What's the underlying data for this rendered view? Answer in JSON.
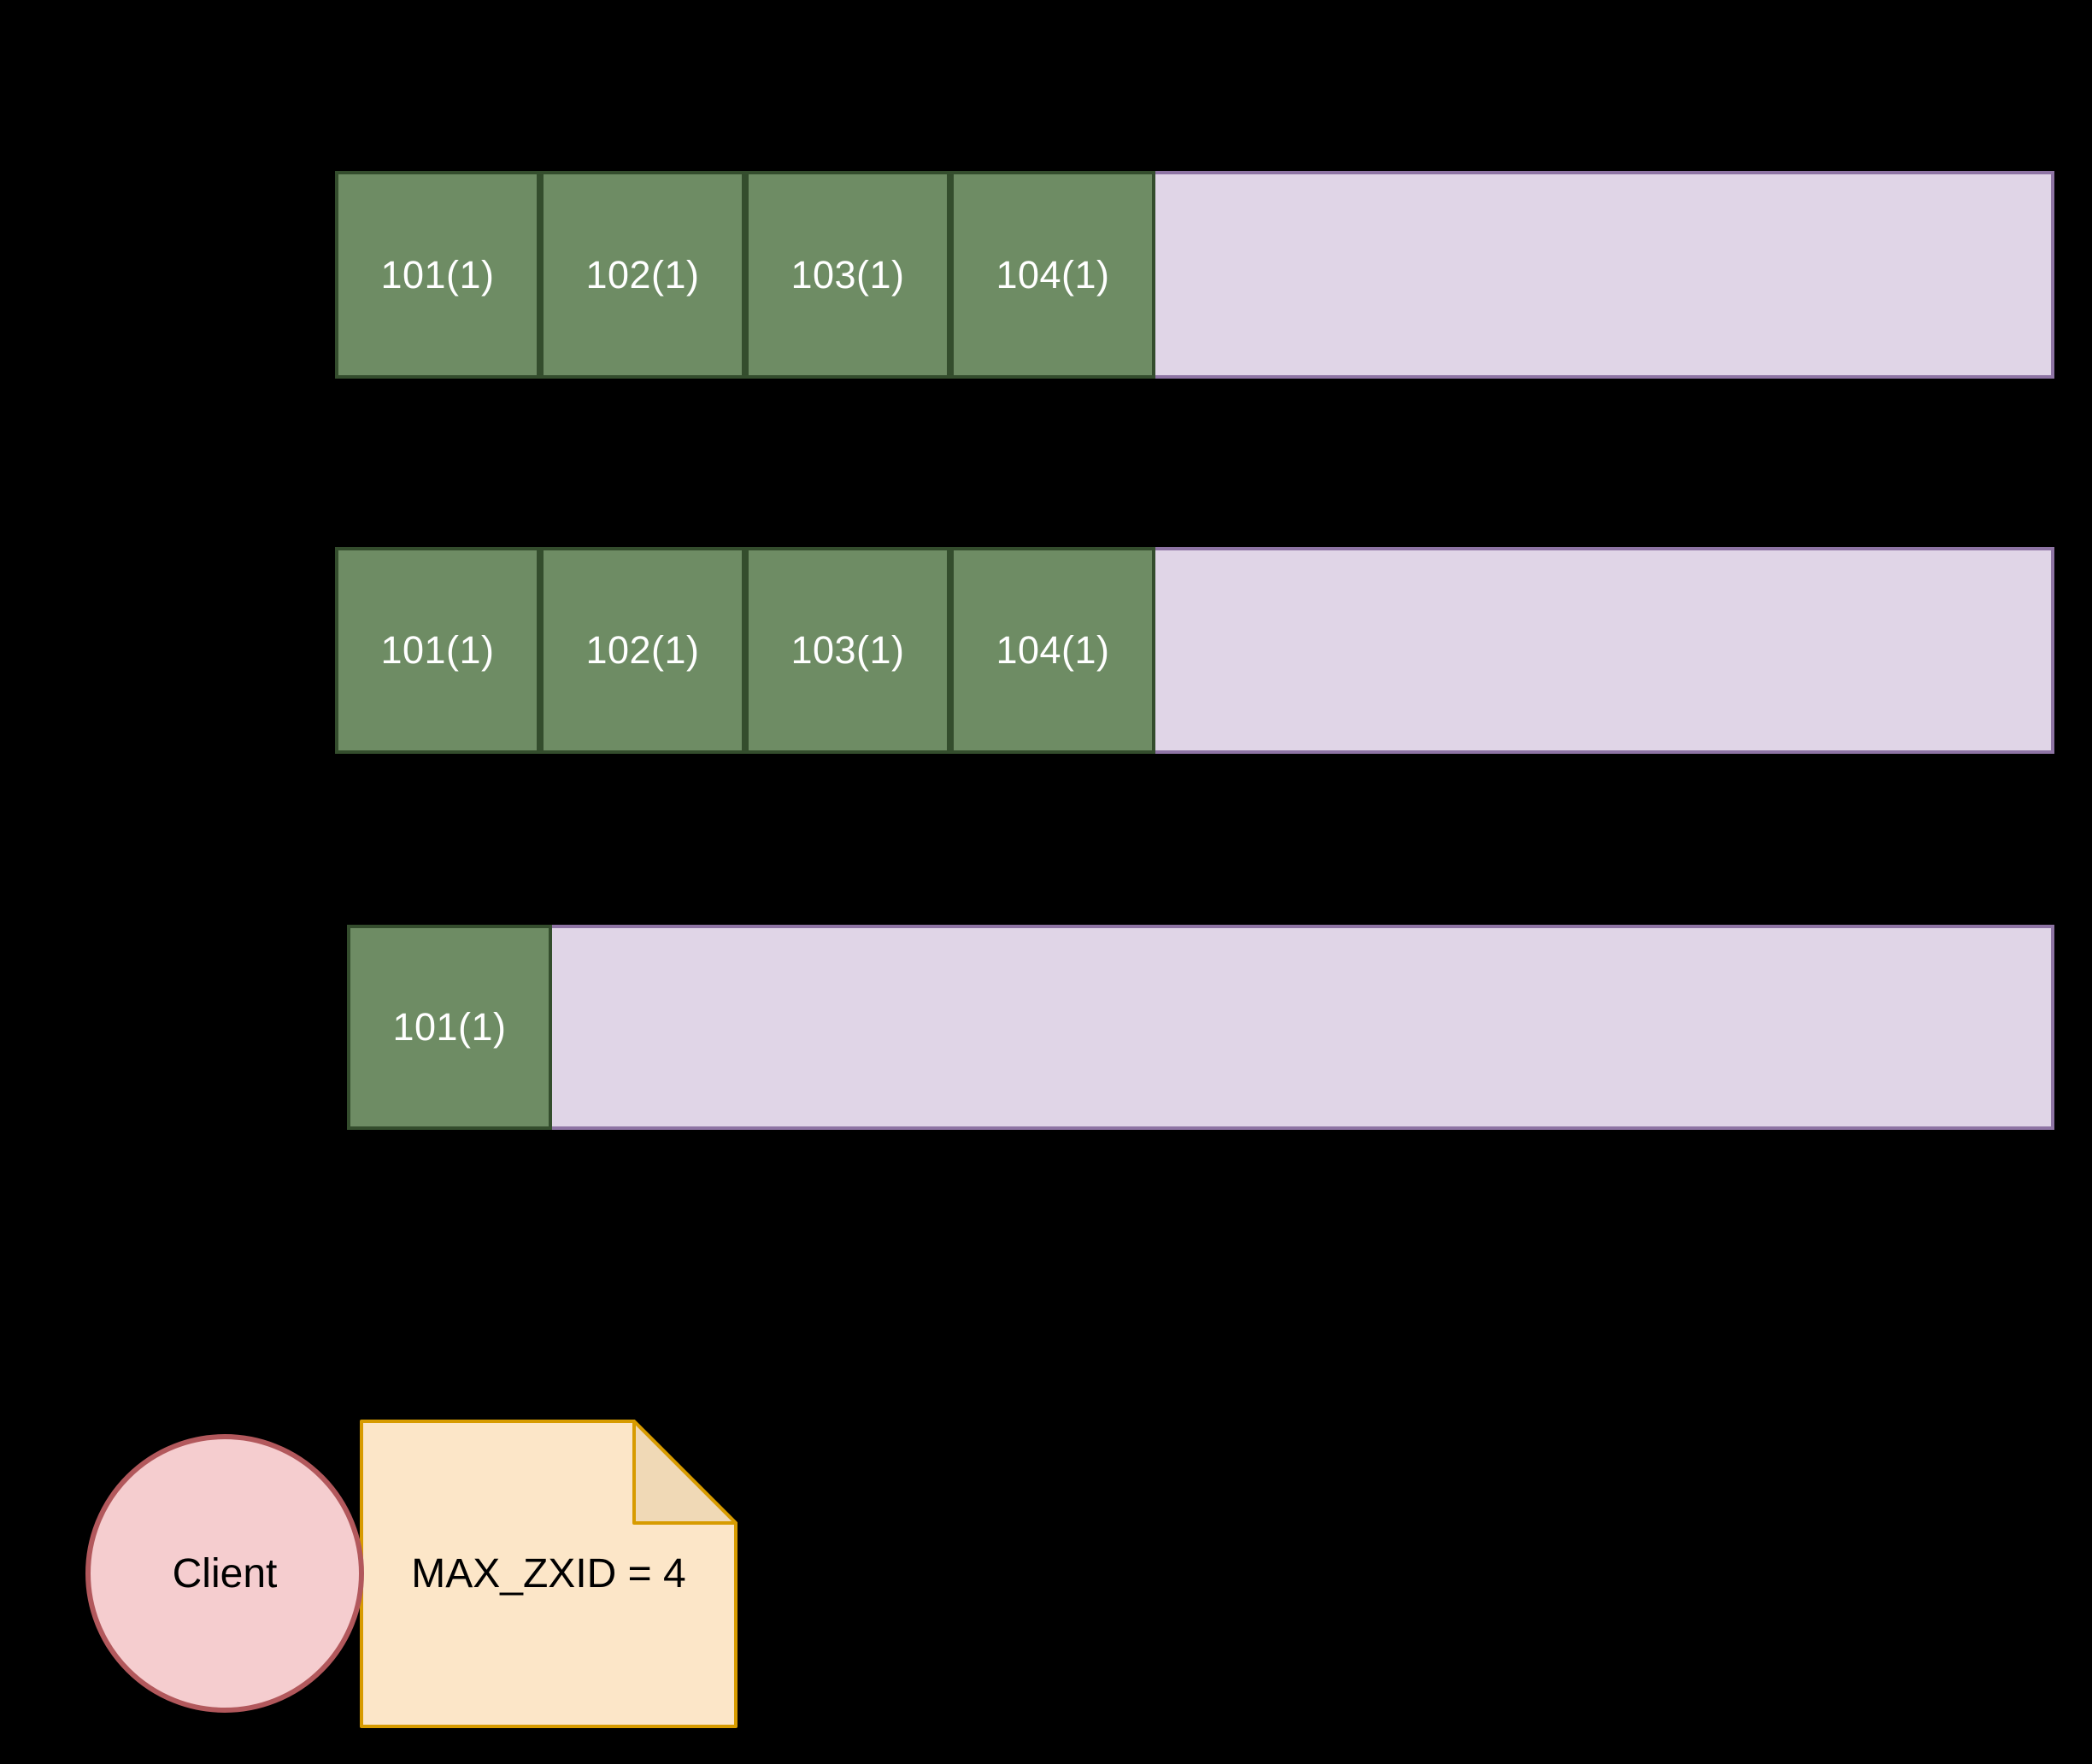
{
  "colors": {
    "background": "#000000",
    "log_entry_fill": "#6E8C64",
    "log_entry_border": "#344D2D",
    "log_empty_fill": "#E0D5E7",
    "log_empty_border": "#8E74A4",
    "note_fill": "#FCE6C8",
    "note_fold_fill": "#F0D9B6",
    "note_border": "#D79B00",
    "client_fill": "#F5CDCF",
    "client_border": "#B2585C",
    "cell_text": "#FFFFFF",
    "label_text": "#000000"
  },
  "logs": [
    {
      "cells": [
        "101(1)",
        "102(1)",
        "103(1)",
        "104(1)"
      ]
    },
    {
      "cells": [
        "101(1)",
        "102(1)",
        "103(1)",
        "104(1)"
      ]
    },
    {
      "cells": [
        "101(1)"
      ]
    }
  ],
  "client": {
    "label": "Client"
  },
  "note": {
    "text": "MAX_ZXID = 4"
  }
}
